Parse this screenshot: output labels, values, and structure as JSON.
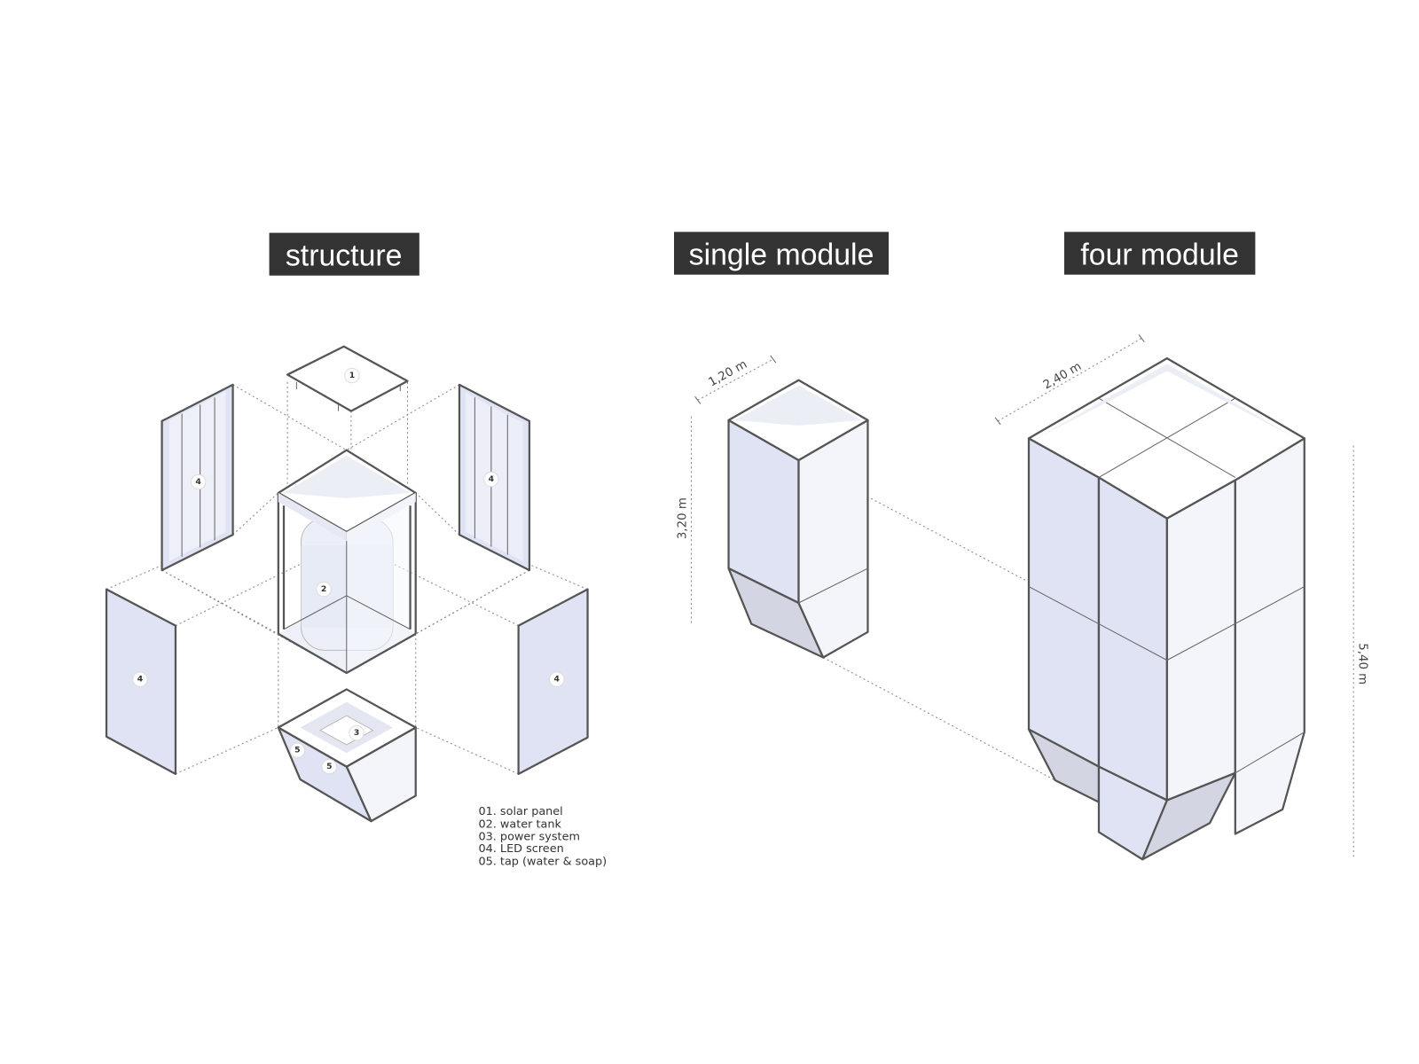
{
  "titles": {
    "structure": "structure",
    "single_module": "single module",
    "four_module": "four module"
  },
  "parts": {
    "solar_panel": "1",
    "water_tank": "2",
    "power_system": "3",
    "led_screen": "4",
    "tap": "5"
  },
  "legend": [
    "01. solar panel",
    "02. water tank",
    "03. power system",
    "04. LED screen",
    "05. tap (water & soap)"
  ],
  "dimensions": {
    "single_width": "1,20 m",
    "single_height": "3,20 m",
    "four_width": "2,40 m",
    "four_height": "5,40 m"
  },
  "colors": {
    "title_background": "#333333",
    "title_text": "#ffffff",
    "face_shaded": "#dfe3f3",
    "face_light": "#f3f5fb",
    "outline": "#555555"
  }
}
